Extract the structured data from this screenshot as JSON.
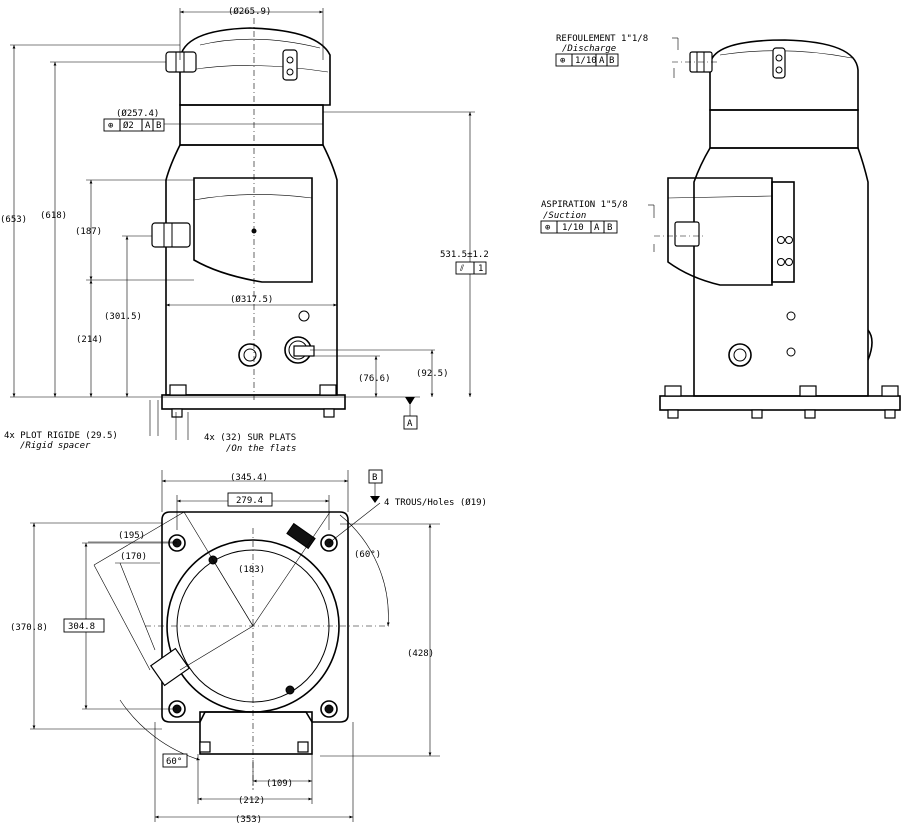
{
  "front_view": {
    "dim_width_top": "(Ø265.9)",
    "dim_shell": "(Ø257.4)",
    "dim_base": "(Ø317.5)",
    "dim_height_total": "(653)",
    "dim_height_618": "(618)",
    "dim_187": "(187)",
    "dim_301": "(301.5)",
    "dim_214": "(214)",
    "dim_531": "531.5±1.2",
    "dim_76": "(76.6)",
    "dim_92": "(92.5)",
    "tol_pos": [
      "⊕",
      "Ø2",
      "A",
      "B"
    ],
    "tol_flat": [
      "⫽",
      "1"
    ],
    "datum_a": "A",
    "spacer_label": "4x PLOT RIGIDE (29.5)",
    "spacer_label_en": "/Rigid spacer",
    "flats_label": "4x (32) SUR PLATS",
    "flats_label_en": "/On the flats"
  },
  "side_view": {
    "discharge_label": "REFOULEMENT 1\"1/8",
    "discharge_label_en": "/Discharge",
    "discharge_tol": [
      "⊕",
      "1/10",
      "A",
      "B"
    ],
    "suction_label": "ASPIRATION 1\"5/8",
    "suction_label_en": "/Suction",
    "suction_tol": [
      "⊕",
      "1/10",
      "A",
      "B"
    ]
  },
  "top_view": {
    "dim_345": "(345.4)",
    "dim_279": "279.4",
    "datum_b": "B",
    "holes_label": "4 TROUS/Holes (Ø19)",
    "dim_195": "(195)",
    "dim_170": "(170)",
    "dim_183": "(183)",
    "dim_60": "(60°)",
    "dim_370": "(370.8)",
    "dim_304": "304.8",
    "dim_428": "(428)",
    "dim_60b": "60°",
    "dim_109": "(109)",
    "dim_212": "(212)",
    "dim_353": "(353)"
  }
}
